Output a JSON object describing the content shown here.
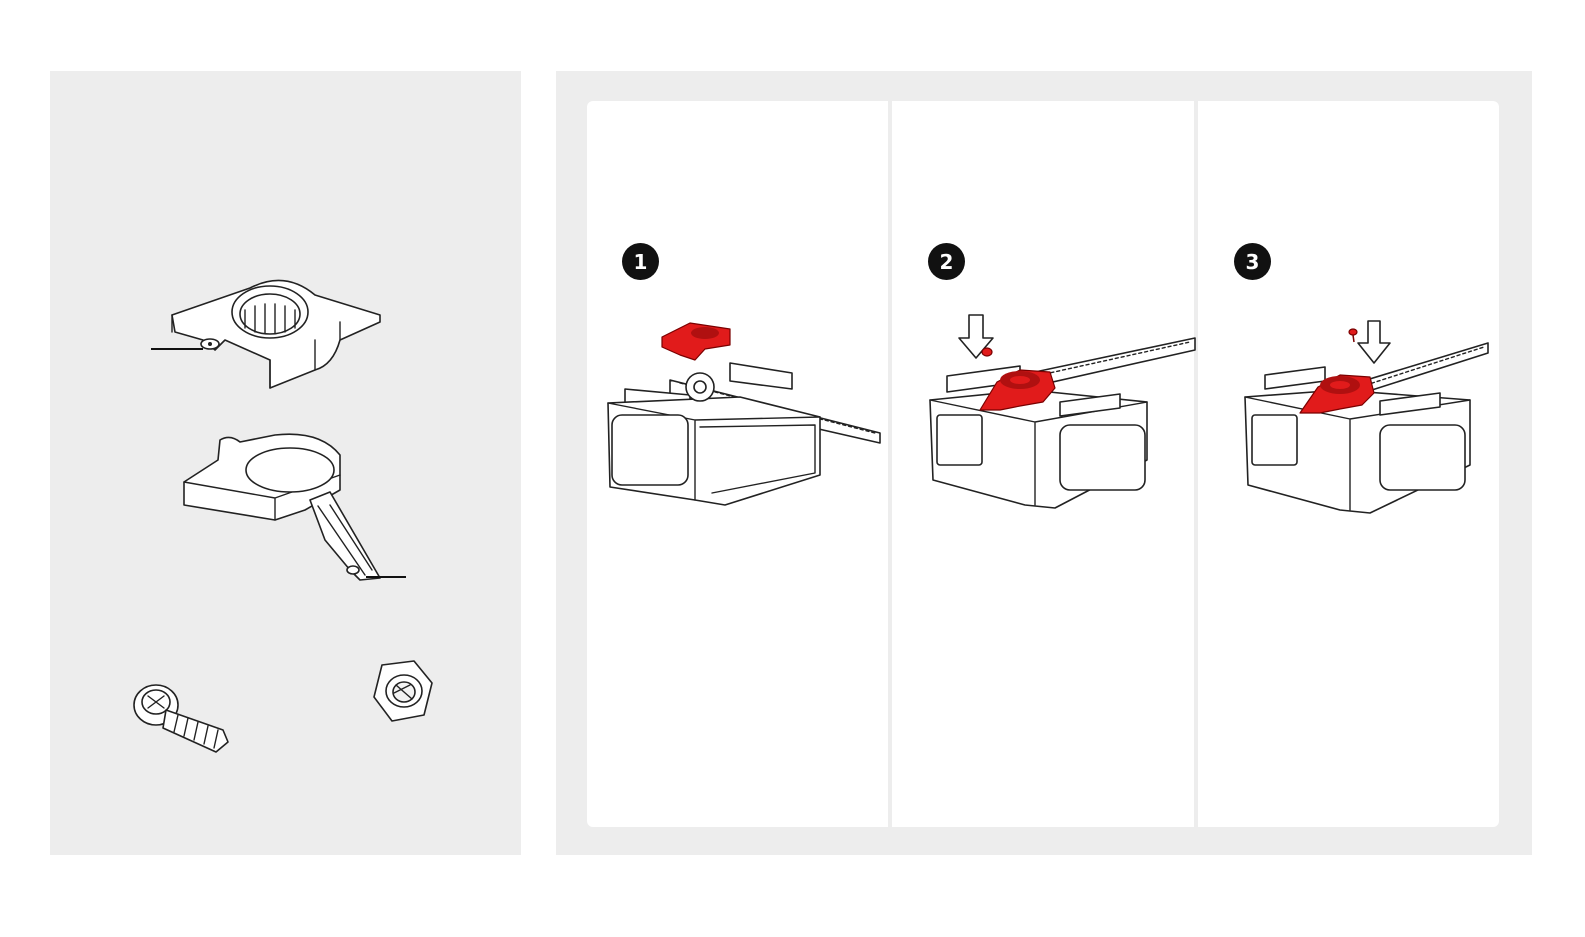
{
  "steps": [
    {
      "number": "1"
    },
    {
      "number": "2"
    },
    {
      "number": "3"
    }
  ],
  "colors": {
    "panel_background": "#ededed",
    "card_background": "#ffffff",
    "highlight_red": "#e11b1b",
    "badge": "#111111"
  },
  "icons": {
    "top_cover": "sprocket-cover-top-icon",
    "bottom_cover": "sprocket-cover-bottom-icon",
    "screw": "screw-icon",
    "nut": "nut-icon",
    "opener": "garage-door-opener-icon",
    "arrow": "down-arrow-icon"
  }
}
